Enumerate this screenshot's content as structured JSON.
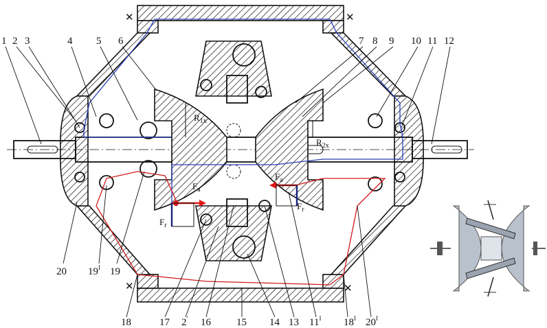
{
  "callouts_top": [
    {
      "id": "1",
      "text": "1"
    },
    {
      "id": "2",
      "text": "2"
    },
    {
      "id": "3",
      "text": "3"
    },
    {
      "id": "4",
      "text": "4"
    },
    {
      "id": "5",
      "text": "5"
    },
    {
      "id": "6",
      "text": "6"
    },
    {
      "id": "7",
      "text": "7"
    },
    {
      "id": "8",
      "text": "8"
    },
    {
      "id": "9",
      "text": "9"
    },
    {
      "id": "10",
      "text": "10"
    },
    {
      "id": "11",
      "text": "11"
    },
    {
      "id": "12",
      "text": "12"
    }
  ],
  "callouts_bottom": [
    {
      "id": "20",
      "text": "20"
    },
    {
      "id": "19p",
      "text": "19",
      "prime": "I"
    },
    {
      "id": "19",
      "text": "19"
    },
    {
      "id": "18",
      "text": "18"
    },
    {
      "id": "17",
      "text": "17"
    },
    {
      "id": "2p",
      "text": "2",
      "prime": "'"
    },
    {
      "id": "16",
      "text": "16"
    },
    {
      "id": "15",
      "text": "15"
    },
    {
      "id": "14",
      "text": "14"
    },
    {
      "id": "13",
      "text": "13"
    },
    {
      "id": "11p",
      "text": "11",
      "prime": "I"
    },
    {
      "id": "18p",
      "text": "18",
      "prime": "I"
    },
    {
      "id": "20p",
      "text": "20",
      "prime": "I"
    }
  ],
  "symbols": {
    "r1x_base": "R",
    "r1x_sub": "1x",
    "r2x_base": "R",
    "r2x_sub": "2x",
    "fa_left_base": "F",
    "fa_left_sub": "a",
    "fr_left_base": "F",
    "fr_left_sub": "r",
    "fa_right_base": "F",
    "fa_right_sub": "a",
    "fr_right_base": "F",
    "fr_right_sub": "r"
  },
  "colors": {
    "outline": "#111111",
    "load_path_blue": "#2a3fb8",
    "load_path_red": "#d11a1a",
    "force_arrow_red": "#e01515",
    "force_arrow_blue": "#1a2fd0"
  }
}
